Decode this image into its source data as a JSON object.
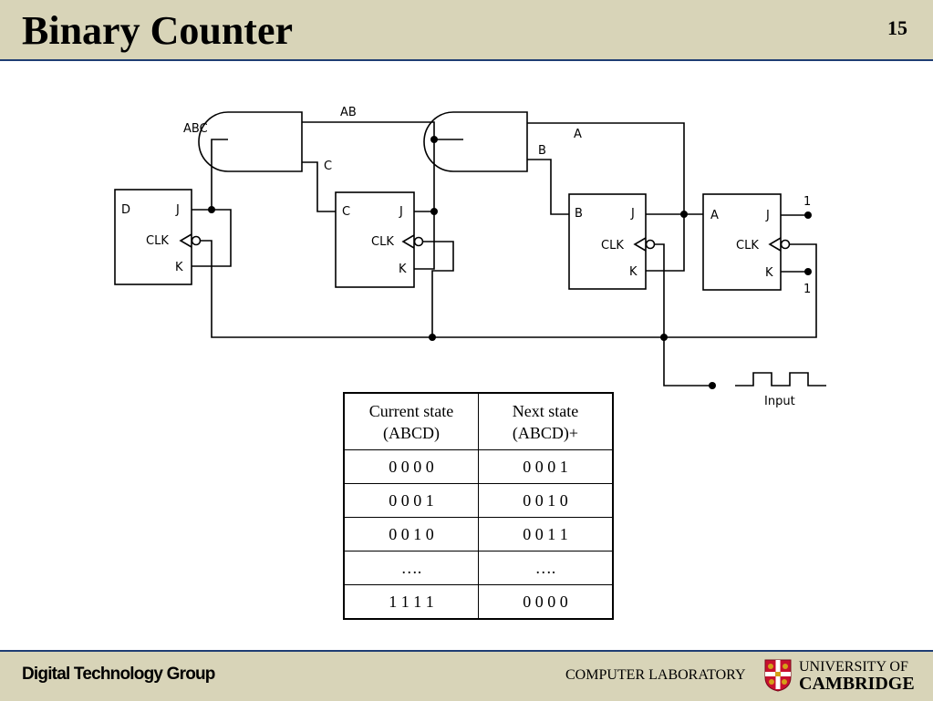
{
  "slide": {
    "title": "Binary Counter",
    "page_number": "15"
  },
  "diagram": {
    "gate_labels": {
      "and1_out": "AB",
      "and1_in_top": "ABC",
      "and1_in_bottom": "C",
      "and2_in_top": "A",
      "and2_in_bottom": "B"
    },
    "flip_flops": [
      {
        "name": "D",
        "j": "J",
        "clk": "CLK",
        "k": "K"
      },
      {
        "name": "C",
        "j": "J",
        "clk": "CLK",
        "k": "K"
      },
      {
        "name": "B",
        "j": "J",
        "clk": "CLK",
        "k": "K"
      },
      {
        "name": "A",
        "j": "J",
        "clk": "CLK",
        "k": "K"
      }
    ],
    "constants": {
      "j_high": "1",
      "k_high": "1"
    },
    "input_label": "Input"
  },
  "truth_table": {
    "headers": [
      {
        "line1": "Current state",
        "line2": "(ABCD)"
      },
      {
        "line1": "Next state",
        "line2": "(ABCD)+"
      }
    ],
    "rows": [
      [
        "0 0 0 0",
        "0 0 0 1"
      ],
      [
        "0 0 0 1",
        "0 0 1 0"
      ],
      [
        "0 0 1 0",
        "0 0 1 1"
      ],
      [
        "….",
        "…."
      ],
      [
        "1 1 1 1",
        "0 0 0 0"
      ]
    ]
  },
  "footer": {
    "group": "Digital Technology Group",
    "lab": "COMPUTER LABORATORY",
    "university_line1": "UNIVERSITY OF",
    "university_line2": "CAMBRIDGE"
  },
  "colors": {
    "header_bg": "#d8d4b8",
    "rule": "#1f3d73",
    "crest_red": "#c8102e",
    "crest_gold": "#d4a017"
  }
}
